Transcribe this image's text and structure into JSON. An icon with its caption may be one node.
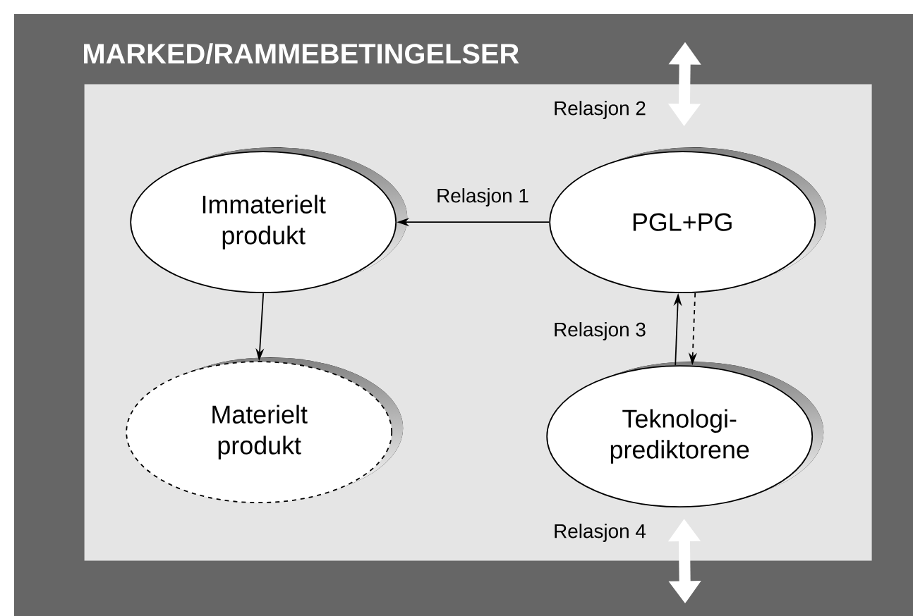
{
  "diagram": {
    "nodes": [
      {
        "text": [
          "MARKED/RAMMEBETINGELSER"
        ]
      },
      {
        "text": [],
        "shape": "box",
        "in": 0
      },
      {
        "text": [
          "Immaterielt produkt"
        ],
        "in": 1
      },
      {
        "text": [
          "PGL+PG"
        ],
        "in": 1
      },
      {
        "text": [
          "Materielt produkt"
        ],
        "in": 1
      },
      {
        "text": [
          "Teknologi- prediktorene"
        ],
        "in": 1
      }
    ],
    "edges": [
      {
        "from": 3,
        "to": 2,
        "arrow": "to",
        "label": "Relasjon 1"
      },
      {
        "from": 0,
        "to": 1,
        "arrow": "both",
        "label": "Relasjon 2",
        "style": "thick",
        "color": "#ffffff"
      },
      {
        "from": 2,
        "to": 4,
        "arrow": "to"
      },
      {
        "from": 5,
        "to": 3,
        "arrow": "to",
        "label": "Relasjon 3"
      },
      {
        "from": 3,
        "to": 5,
        "arrow": "to",
        "style": "dashed"
      },
      {
        "from": 1,
        "to": 0,
        "arrow": "both",
        "label": "Relasjon 4",
        "style": "thick",
        "color": "#ffffff"
      }
    ]
  }
}
